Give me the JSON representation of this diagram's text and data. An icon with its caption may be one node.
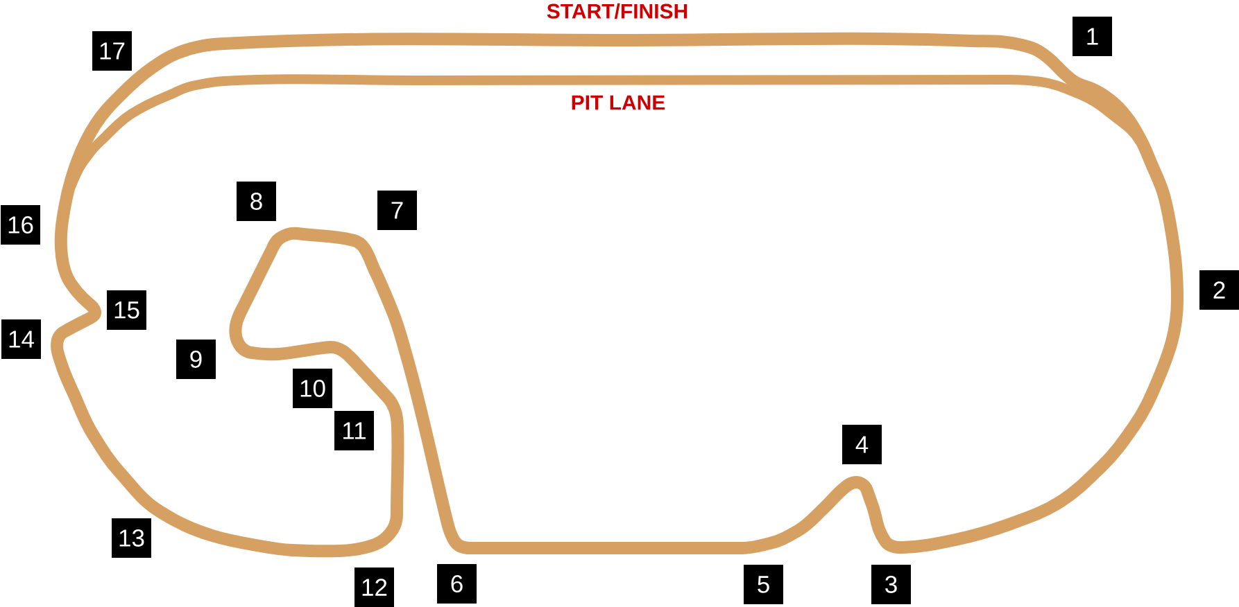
{
  "diagram": {
    "nodes": [
      {
        "text": [
          "1"
        ]
      },
      {
        "text": [
          "2"
        ]
      },
      {
        "text": [
          "3"
        ]
      },
      {
        "text": [
          "4"
        ]
      },
      {
        "text": [
          "5"
        ]
      },
      {
        "text": [
          "6"
        ]
      },
      {
        "text": [
          "7"
        ]
      },
      {
        "text": [
          "8"
        ]
      },
      {
        "text": [
          "9"
        ]
      },
      {
        "text": [
          "10"
        ]
      },
      {
        "text": [
          "11"
        ]
      },
      {
        "text": [
          "12"
        ]
      },
      {
        "text": [
          "13"
        ]
      },
      {
        "text": [
          "14"
        ]
      },
      {
        "text": [
          "15"
        ]
      },
      {
        "text": [
          "16"
        ]
      },
      {
        "text": [
          "17"
        ]
      }
    ],
    "labels": [
      "START/FINISH",
      "PIT LANE"
    ]
  }
}
